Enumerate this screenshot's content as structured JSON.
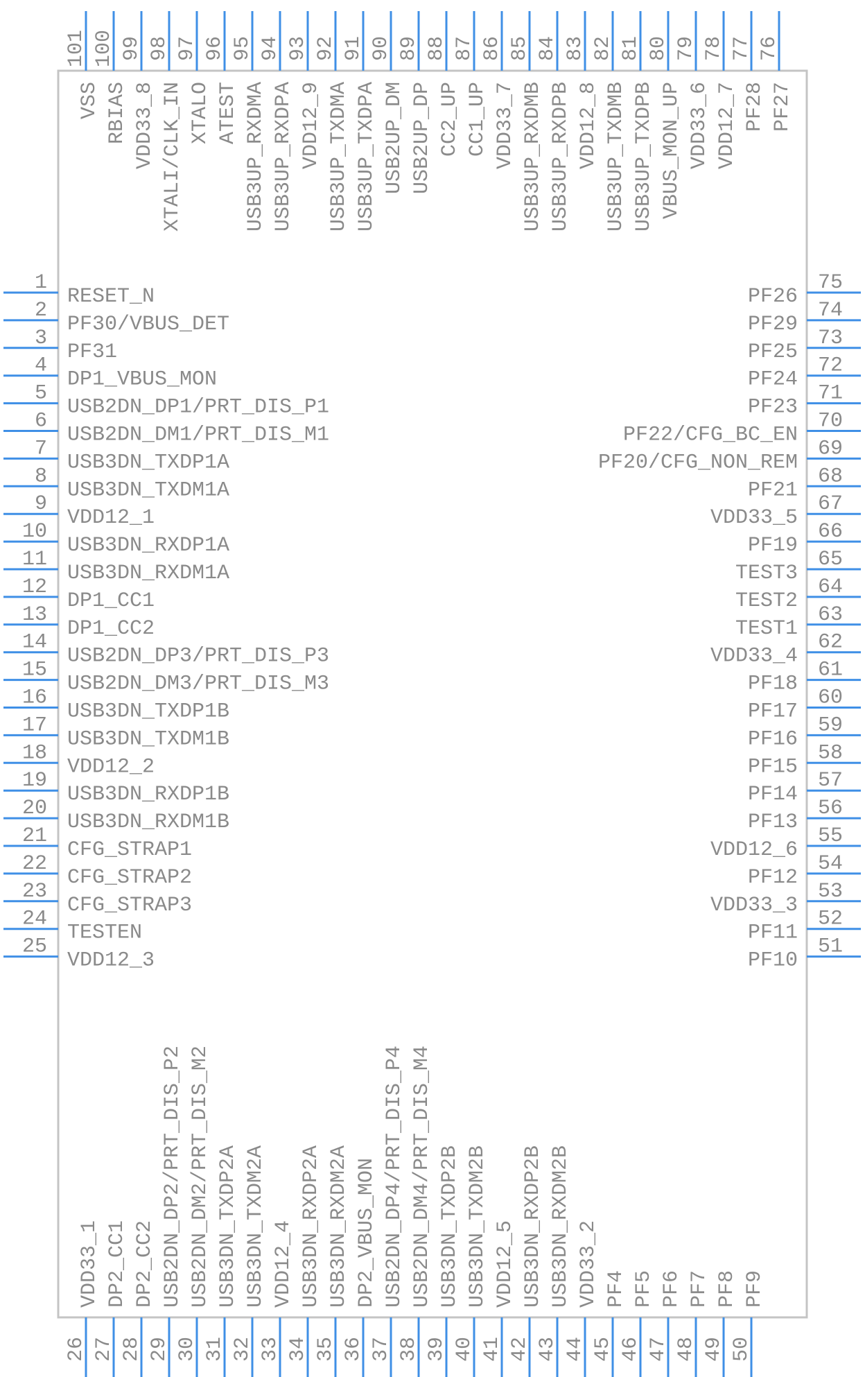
{
  "colors": {
    "pin": "#3f8fe6",
    "text": "#8a8a8a",
    "outline": "#c4c4c4",
    "background": "#ffffff"
  },
  "pins": {
    "left": [
      {
        "num": "1",
        "name": "RESET_N"
      },
      {
        "num": "2",
        "name": "PF30/VBUS_DET"
      },
      {
        "num": "3",
        "name": "PF31"
      },
      {
        "num": "4",
        "name": "DP1_VBUS_MON"
      },
      {
        "num": "5",
        "name": "USB2DN_DP1/PRT_DIS_P1"
      },
      {
        "num": "6",
        "name": "USB2DN_DM1/PRT_DIS_M1"
      },
      {
        "num": "7",
        "name": "USB3DN_TXDP1A"
      },
      {
        "num": "8",
        "name": "USB3DN_TXDM1A"
      },
      {
        "num": "9",
        "name": "VDD12_1"
      },
      {
        "num": "10",
        "name": "USB3DN_RXDP1A"
      },
      {
        "num": "11",
        "name": "USB3DN_RXDM1A"
      },
      {
        "num": "12",
        "name": "DP1_CC1"
      },
      {
        "num": "13",
        "name": "DP1_CC2"
      },
      {
        "num": "14",
        "name": "USB2DN_DP3/PRT_DIS_P3"
      },
      {
        "num": "15",
        "name": "USB2DN_DM3/PRT_DIS_M3"
      },
      {
        "num": "16",
        "name": "USB3DN_TXDP1B"
      },
      {
        "num": "17",
        "name": "USB3DN_TXDM1B"
      },
      {
        "num": "18",
        "name": "VDD12_2"
      },
      {
        "num": "19",
        "name": "USB3DN_RXDP1B"
      },
      {
        "num": "20",
        "name": "USB3DN_RXDM1B"
      },
      {
        "num": "21",
        "name": "CFG_STRAP1"
      },
      {
        "num": "22",
        "name": "CFG_STRAP2"
      },
      {
        "num": "23",
        "name": "CFG_STRAP3"
      },
      {
        "num": "24",
        "name": "TESTEN"
      },
      {
        "num": "25",
        "name": "VDD12_3"
      }
    ],
    "right": [
      {
        "num": "75",
        "name": "PF26"
      },
      {
        "num": "74",
        "name": "PF29"
      },
      {
        "num": "73",
        "name": "PF25"
      },
      {
        "num": "72",
        "name": "PF24"
      },
      {
        "num": "71",
        "name": "PF23"
      },
      {
        "num": "70",
        "name": "PF22/CFG_BC_EN"
      },
      {
        "num": "69",
        "name": "PF20/CFG_NON_REM"
      },
      {
        "num": "68",
        "name": "PF21"
      },
      {
        "num": "67",
        "name": "VDD33_5"
      },
      {
        "num": "66",
        "name": "PF19"
      },
      {
        "num": "65",
        "name": "TEST3"
      },
      {
        "num": "64",
        "name": "TEST2"
      },
      {
        "num": "63",
        "name": "TEST1"
      },
      {
        "num": "62",
        "name": "VDD33_4"
      },
      {
        "num": "61",
        "name": "PF18"
      },
      {
        "num": "60",
        "name": "PF17"
      },
      {
        "num": "59",
        "name": "PF16"
      },
      {
        "num": "58",
        "name": "PF15"
      },
      {
        "num": "57",
        "name": "PF14"
      },
      {
        "num": "56",
        "name": "PF13"
      },
      {
        "num": "55",
        "name": "VDD12_6"
      },
      {
        "num": "54",
        "name": "PF12"
      },
      {
        "num": "53",
        "name": "VDD33_3"
      },
      {
        "num": "52",
        "name": "PF11"
      },
      {
        "num": "51",
        "name": "PF10"
      }
    ],
    "top": [
      {
        "num": "101",
        "name": "VSS"
      },
      {
        "num": "100",
        "name": "RBIAS"
      },
      {
        "num": "99",
        "name": "VDD33_8"
      },
      {
        "num": "98",
        "name": "XTALI/CLK_IN"
      },
      {
        "num": "97",
        "name": "XTALO"
      },
      {
        "num": "96",
        "name": "ATEST"
      },
      {
        "num": "95",
        "name": "USB3UP_RXDMA"
      },
      {
        "num": "94",
        "name": "USB3UP_RXDPA"
      },
      {
        "num": "93",
        "name": "VDD12_9"
      },
      {
        "num": "92",
        "name": "USB3UP_TXDMA"
      },
      {
        "num": "91",
        "name": "USB3UP_TXDPA"
      },
      {
        "num": "90",
        "name": "USB2UP_DM"
      },
      {
        "num": "89",
        "name": "USB2UP_DP"
      },
      {
        "num": "88",
        "name": "CC2_UP"
      },
      {
        "num": "87",
        "name": "CC1_UP"
      },
      {
        "num": "86",
        "name": "VDD33_7"
      },
      {
        "num": "85",
        "name": "USB3UP_RXDMB"
      },
      {
        "num": "84",
        "name": "USB3UP_RXDPB"
      },
      {
        "num": "83",
        "name": "VDD12_8"
      },
      {
        "num": "82",
        "name": "USB3UP_TXDMB"
      },
      {
        "num": "81",
        "name": "USB3UP_TXDPB"
      },
      {
        "num": "80",
        "name": "VBUS_MON_UP"
      },
      {
        "num": "79",
        "name": "VDD33_6"
      },
      {
        "num": "78",
        "name": "VDD12_7"
      },
      {
        "num": "77",
        "name": "PF28"
      },
      {
        "num": "76",
        "name": "PF27"
      }
    ],
    "bottom": [
      {
        "num": "26",
        "name": "VDD33_1"
      },
      {
        "num": "27",
        "name": "DP2_CC1"
      },
      {
        "num": "28",
        "name": "DP2_CC2"
      },
      {
        "num": "29",
        "name": "USB2DN_DP2/PRT_DIS_P2"
      },
      {
        "num": "30",
        "name": "USB2DN_DM2/PRT_DIS_M2"
      },
      {
        "num": "31",
        "name": "USB3DN_TXDP2A"
      },
      {
        "num": "32",
        "name": "USB3DN_TXDM2A"
      },
      {
        "num": "33",
        "name": "VDD12_4"
      },
      {
        "num": "34",
        "name": "USB3DN_RXDP2A"
      },
      {
        "num": "35",
        "name": "USB3DN_RXDM2A"
      },
      {
        "num": "36",
        "name": "DP2_VBUS_MON"
      },
      {
        "num": "37",
        "name": "USB2DN_DP4/PRT_DIS_P4"
      },
      {
        "num": "38",
        "name": "USB2DN_DM4/PRT_DIS_M4"
      },
      {
        "num": "39",
        "name": "USB3DN_TXDP2B"
      },
      {
        "num": "40",
        "name": "USB3DN_TXDM2B"
      },
      {
        "num": "41",
        "name": "VDD12_5"
      },
      {
        "num": "42",
        "name": "USB3DN_RXDP2B"
      },
      {
        "num": "43",
        "name": "USB3DN_RXDM2B"
      },
      {
        "num": "44",
        "name": "VDD33_2"
      },
      {
        "num": "45",
        "name": "PF4"
      },
      {
        "num": "46",
        "name": "PF5"
      },
      {
        "num": "47",
        "name": "PF6"
      },
      {
        "num": "48",
        "name": "PF7"
      },
      {
        "num": "49",
        "name": "PF8"
      },
      {
        "num": "50",
        "name": "PF9"
      }
    ]
  }
}
